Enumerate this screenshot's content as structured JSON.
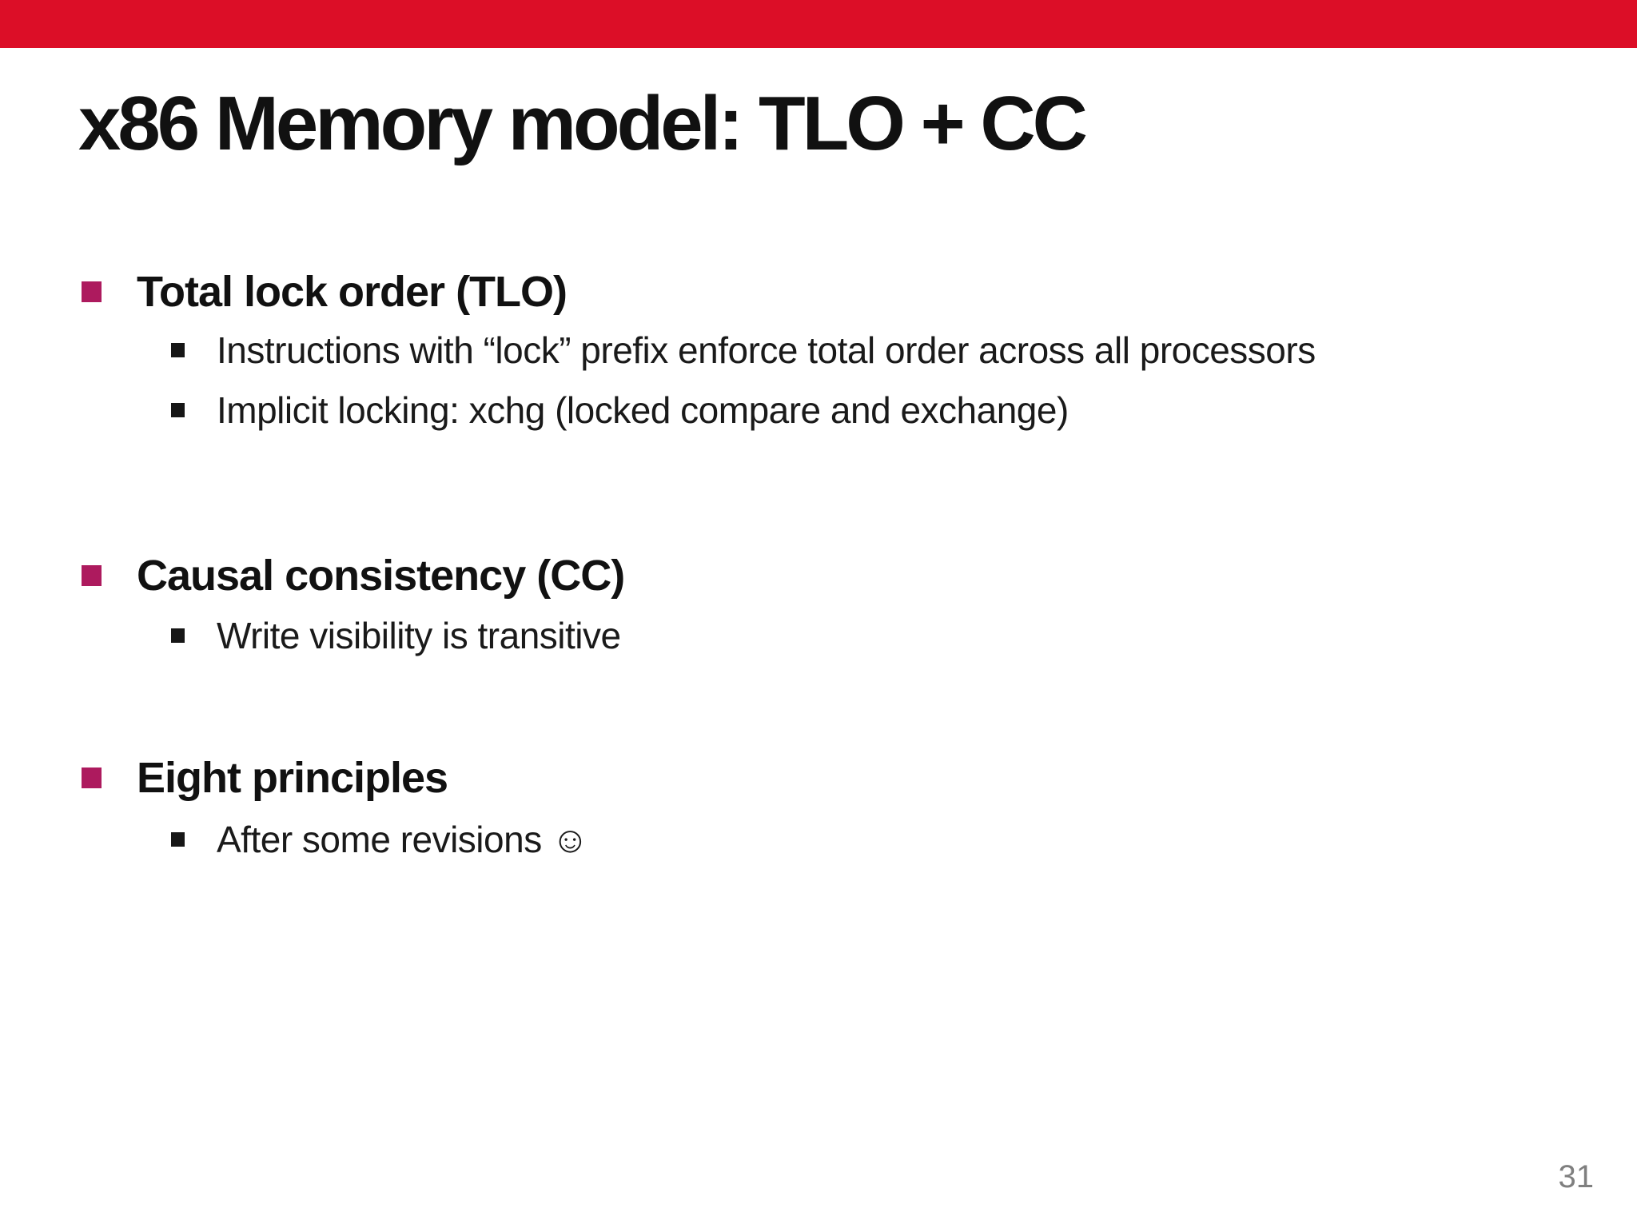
{
  "slide": {
    "title": "x86 Memory model: TLO + CC",
    "page_number": "31",
    "colors": {
      "accent_bar": "#dc0e27",
      "bullet_square": "#ad1a5e",
      "sub_bullet_square": "#161616",
      "title_text": "#111111",
      "body_text": "#1a1a1a",
      "page_number": "#7f7f7f"
    },
    "sections": [
      {
        "heading": "Total lock order (TLO)",
        "items": [
          "Instructions with “lock” prefix enforce total order across all processors",
          "Implicit locking: xchg (locked compare and exchange)"
        ]
      },
      {
        "heading": "Causal consistency (CC)",
        "items": [
          "Write visibility is transitive"
        ]
      },
      {
        "heading": "Eight principles",
        "items": [
          "After some revisions ☺"
        ]
      }
    ]
  }
}
